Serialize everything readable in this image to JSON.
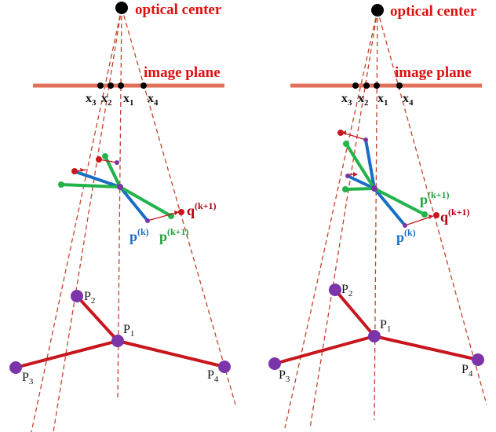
{
  "labels": {
    "optical_center": "optical center",
    "image_plane": "image plane",
    "x_base": "x",
    "x1_sub": "1",
    "x2_sub": "2",
    "x3_sub": "3",
    "x4_sub": "4",
    "P_base": "P",
    "P1_sub": "1",
    "P2_sub": "2",
    "P3_sub": "3",
    "P4_sub": "4",
    "q_base": "q",
    "p_base": "p",
    "sup_k": "(k)",
    "sup_k1": "(k+1)"
  },
  "colors": {
    "structure": "#c8161e",
    "joint": "#7b35a8",
    "blue_pose": "#1a6fc4",
    "green_pose": "#22b34a",
    "red_pose": "#c8161e",
    "ray": "#c0442a",
    "image_plane": "#e0705a"
  }
}
